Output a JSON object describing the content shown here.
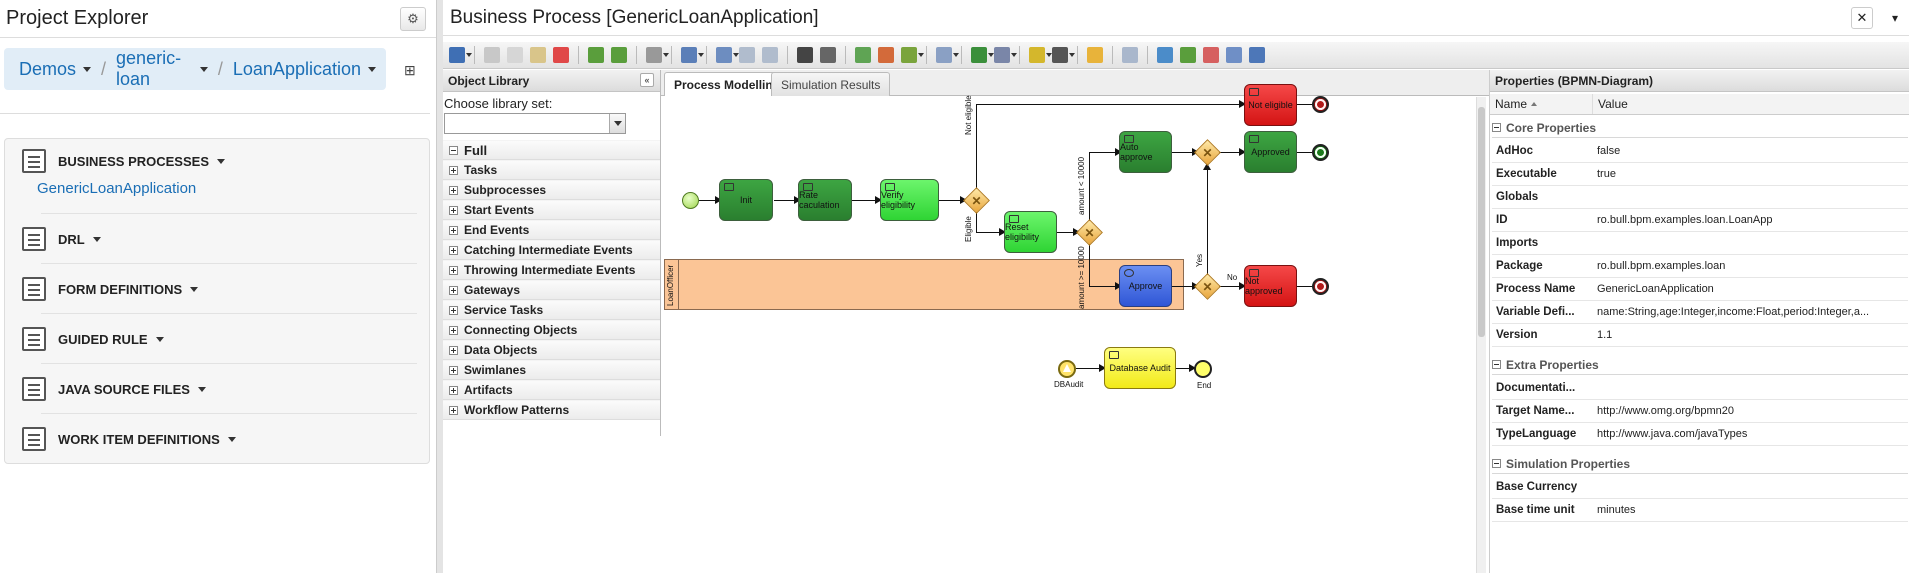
{
  "explorer": {
    "title": "Project Explorer",
    "breadcrumb": [
      "Demos",
      "generic-loan",
      "LoanApplication"
    ],
    "sections": [
      {
        "label": "BUSINESS PROCESSES",
        "icon": "process-icon"
      },
      {
        "label": "DRL",
        "icon": "drl-file-icon"
      },
      {
        "label": "FORM DEFINITIONS",
        "icon": "form-icon"
      },
      {
        "label": "GUIDED RULE",
        "icon": "guided-rule-icon"
      },
      {
        "label": "JAVA SOURCE FILES",
        "icon": "java-file-icon"
      },
      {
        "label": "WORK ITEM DEFINITIONS",
        "icon": "work-item-icon"
      }
    ],
    "process_item": "GenericLoanApplication"
  },
  "editor": {
    "title": "Business Process [GenericLoanApplication]",
    "close": "✕",
    "more": "▾",
    "tabs": [
      "Process Modelling",
      "Simulation Results"
    ]
  },
  "library": {
    "title": "Object Library",
    "choose_label": "Choose library set:",
    "items": [
      "Full",
      "Tasks",
      "Subprocesses",
      "Start Events",
      "End Events",
      "Catching Intermediate Events",
      "Throwing Intermediate Events",
      "Gateways",
      "Service Tasks",
      "Connecting Objects",
      "Data Objects",
      "Swimlanes",
      "Artifacts",
      "Workflow Patterns"
    ]
  },
  "diagram": {
    "tasks": {
      "init": "Init",
      "rate": "Rate caculation",
      "verify": "Verify eligibility",
      "reset": "Reset eligibility",
      "auto": "Auto approve",
      "approve": "Approve",
      "approved": "Approved",
      "not_eligible": "Not eligible",
      "not_approved": "Not approved",
      "db_audit": "Database Audit"
    },
    "labels": {
      "not_eligible": "Not eligible",
      "eligible": "Eligible",
      "amount_lt": "amount < 10000",
      "amount_ge": "amount >= 10000",
      "yes": "Yes",
      "no": "No",
      "lane": "LoanOfficer",
      "dbaudit_event": "DBAudit",
      "end_event": "End"
    },
    "colors": {
      "dark_green": "#2e8b36",
      "light_green": "#39e33d",
      "red": "#e41b1b",
      "blue": "#3d67e8",
      "yellow": "#ffff2e",
      "lane": "#fbc596"
    }
  },
  "properties": {
    "title": "Properties (BPMN-Diagram)",
    "col_name": "Name",
    "col_value": "Value",
    "groups": {
      "core": "Core Properties",
      "extra": "Extra Properties",
      "simulation": "Simulation Properties"
    },
    "core": [
      {
        "name": "AdHoc",
        "value": "false"
      },
      {
        "name": "Executable",
        "value": "true"
      },
      {
        "name": "Globals",
        "value": ""
      },
      {
        "name": "ID",
        "value": "ro.bull.bpm.examples.loan.LoanApp"
      },
      {
        "name": "Imports",
        "value": ""
      },
      {
        "name": "Package",
        "value": "ro.bull.bpm.examples.loan"
      },
      {
        "name": "Process Name",
        "value": "GenericLoanApplication"
      },
      {
        "name": "Variable Defi...",
        "value": "name:String,age:Integer,income:Float,period:Integer,a..."
      },
      {
        "name": "Version",
        "value": "1.1"
      }
    ],
    "extra": [
      {
        "name": "Documentati...",
        "value": ""
      },
      {
        "name": "Target Name...",
        "value": "http://www.omg.org/bpmn20"
      },
      {
        "name": "TypeLanguage",
        "value": "http://www.java.com/javaTypes"
      }
    ],
    "simulation": [
      {
        "name": "Base Currency",
        "value": ""
      },
      {
        "name": "Base time unit",
        "value": "minutes"
      }
    ]
  }
}
